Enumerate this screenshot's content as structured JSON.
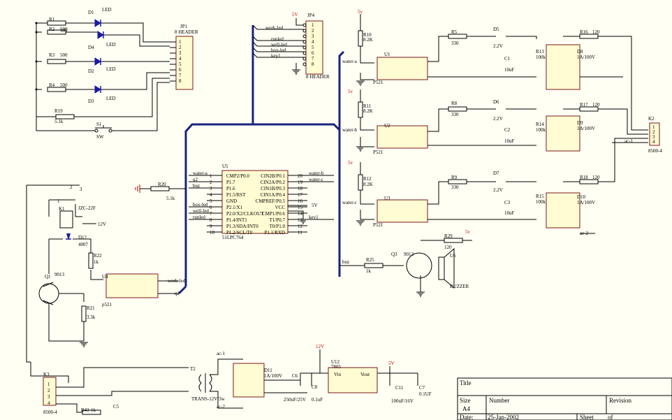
{
  "page": {
    "title": "51LPC764 water level controller schematic"
  },
  "net_labels": {
    "work_led": "work-led",
    "runled": "runled",
    "well_led": "well-led",
    "box_led": "box-led",
    "key1": "key1",
    "water_a": "water-a",
    "water_b": "water-b",
    "water_c": "water-c",
    "buz": "buz",
    "q2": "q2",
    "ac_1": "ac-1",
    "ac_2": "ac-2",
    "v5": "5v",
    "V5": "5V",
    "v12": "12V"
  },
  "components": {
    "R1": {
      "ref": "R1",
      "value": "500"
    },
    "R2": {
      "ref": "R2",
      "value": "500"
    },
    "R3": {
      "ref": "R3",
      "value": "500"
    },
    "R4": {
      "ref": "R4",
      "value": "500"
    },
    "R19": {
      "ref": "R19",
      "value": "5.1k"
    },
    "S1": {
      "ref": "S1",
      "value": "SW"
    },
    "D1": {
      "ref": "D1",
      "value": "LED"
    },
    "D2": {
      "ref": "D2",
      "value": "LED"
    },
    "D3": {
      "ref": "D3",
      "value": "LED"
    },
    "D4": {
      "ref": "D4",
      "value": "LED"
    },
    "JP1": {
      "ref": "JP1",
      "value": "8 HEADER"
    },
    "JP4": {
      "ref": "JP4",
      "value": "8 HEADER"
    },
    "U5": {
      "ref": "U5",
      "value": "51LPC764"
    },
    "R20": {
      "ref": "R20",
      "value": "5.1k"
    },
    "K1": {
      "ref": "K1",
      "value": "JZC-22F"
    },
    "D12": {
      "ref": "D12",
      "value": "4007"
    },
    "Q1": {
      "ref": "Q1",
      "value": "9013"
    },
    "R22": {
      "ref": "R22",
      "value": "1k"
    },
    "R21": {
      "ref": "R21",
      "value": "3.3k"
    },
    "U4": {
      "ref": "U4",
      "value": "p521"
    },
    "R10": {
      "ref": "R10",
      "value": "8.2K"
    },
    "R11": {
      "ref": "R11",
      "value": "8.2K"
    },
    "R12": {
      "ref": "R12",
      "value": "8.2K"
    },
    "U1": {
      "ref": "U1",
      "value": "P521"
    },
    "U2": {
      "ref": "U2",
      "value": "P521"
    },
    "U3": {
      "ref": "U3",
      "value": "P521"
    },
    "R5": {
      "ref": "R5",
      "value": "330"
    },
    "R8": {
      "ref": "R8",
      "value": "330"
    },
    "R9": {
      "ref": "R9",
      "value": "330"
    },
    "D5": {
      "ref": "D5",
      "value": "2.2V"
    },
    "D6": {
      "ref": "D6",
      "value": "2.2V"
    },
    "D7": {
      "ref": "D7",
      "value": "2.2V"
    },
    "C1": {
      "ref": "C1",
      "value": "10uF"
    },
    "C2": {
      "ref": "C2",
      "value": "10uF"
    },
    "C3": {
      "ref": "C3",
      "value": "10uF"
    },
    "R13": {
      "ref": "R13",
      "value": "100k"
    },
    "R14": {
      "ref": "R14",
      "value": "100k"
    },
    "R15": {
      "ref": "R15",
      "value": "100k"
    },
    "D8": {
      "ref": "D8",
      "value": "1A/100V"
    },
    "D9": {
      "ref": "D9",
      "value": "1A/100V"
    },
    "D10": {
      "ref": "D10",
      "value": "1A/100V"
    },
    "R16": {
      "ref": "R16",
      "value": "120"
    },
    "R17": {
      "ref": "R17",
      "value": "120"
    },
    "R18": {
      "ref": "R18",
      "value": "120"
    },
    "K2": {
      "ref": "K2",
      "value": "8500-4"
    },
    "R25": {
      "ref": "R25",
      "value": "1k"
    },
    "Q3": {
      "ref": "Q3",
      "value": "9012"
    },
    "R29": {
      "ref": "R29",
      "value": "120"
    },
    "U6": {
      "ref": "U6",
      "value": "BUZZER"
    },
    "K3": {
      "ref": "K3",
      "value": "8500-4"
    },
    "R43": {
      "ref": "R43",
      "value": "1k"
    },
    "C5": {
      "ref": "C5",
      "value": ""
    },
    "T2": {
      "ref": "T2",
      "value": "TRANS-12V/3w"
    },
    "D11": {
      "ref": "D11",
      "value": "1A/100V"
    },
    "C6": {
      "ref": "C6",
      "value": "250uF/25V"
    },
    "C8": {
      "ref": "C8",
      "value": "0.1uF"
    },
    "U12": {
      "ref": "U12",
      "value": "7805"
    },
    "C11": {
      "ref": "C11",
      "value": "100uF/16V"
    },
    "C7": {
      "ref": "C7",
      "value": "0.1UF"
    }
  },
  "u5_pins_left": [
    {
      "num": "1",
      "name": "CMP2/P0.0",
      "net": "water-a"
    },
    {
      "num": "2",
      "name": "P1.7",
      "net": "q2"
    },
    {
      "num": "3",
      "name": "P1.6",
      "net": "buz"
    },
    {
      "num": "4",
      "name": "P1.5/RST",
      "net": ""
    },
    {
      "num": "5",
      "name": "GND",
      "net": ""
    },
    {
      "num": "6",
      "name": "P2.1/X1",
      "net": "box-led"
    },
    {
      "num": "7",
      "name": "P2.0/X2/CLKOUT",
      "net": "well-led"
    },
    {
      "num": "8",
      "name": "P1.4/INT1",
      "net": "runled"
    },
    {
      "num": "9",
      "name": "P1.3/SDA/INT0",
      "net": ""
    },
    {
      "num": "10",
      "name": "P1.2/SCL/T0",
      "net": ""
    }
  ],
  "u5_pins_right": [
    {
      "num": "20",
      "name": "CIN2B/P0.1",
      "net": "water-b"
    },
    {
      "num": "19",
      "name": "CIN2A/P0.2",
      "net": "water-c"
    },
    {
      "num": "18",
      "name": "CIN1B/P0.3",
      "net": ""
    },
    {
      "num": "17",
      "name": "CIN1A/P0.4",
      "net": ""
    },
    {
      "num": "16",
      "name": "CMPREF/P0.5",
      "net": ""
    },
    {
      "num": "15",
      "name": "VCC",
      "net": "5V"
    },
    {
      "num": "14",
      "name": "CMP1/P0.6",
      "net": ""
    },
    {
      "num": "13",
      "name": "T1/P0.7",
      "net": "key1"
    },
    {
      "num": "12",
      "name": "T0/P1.0",
      "net": ""
    },
    {
      "num": "11",
      "name": "P1.1/RXD",
      "net": ""
    }
  ],
  "header_pins": [
    "1",
    "2",
    "3",
    "4",
    "5",
    "6",
    "7",
    "8"
  ],
  "k_pins": [
    "1",
    "2",
    "3",
    "4"
  ],
  "title_block": {
    "title_label": "Title",
    "size_label": "Size",
    "size": "A4",
    "number_label": "Number",
    "revision_label": "Revision",
    "date_label": "Date:",
    "date": "25-Jan-2002",
    "sheet_label": "Sheet",
    "of_label": "of"
  }
}
